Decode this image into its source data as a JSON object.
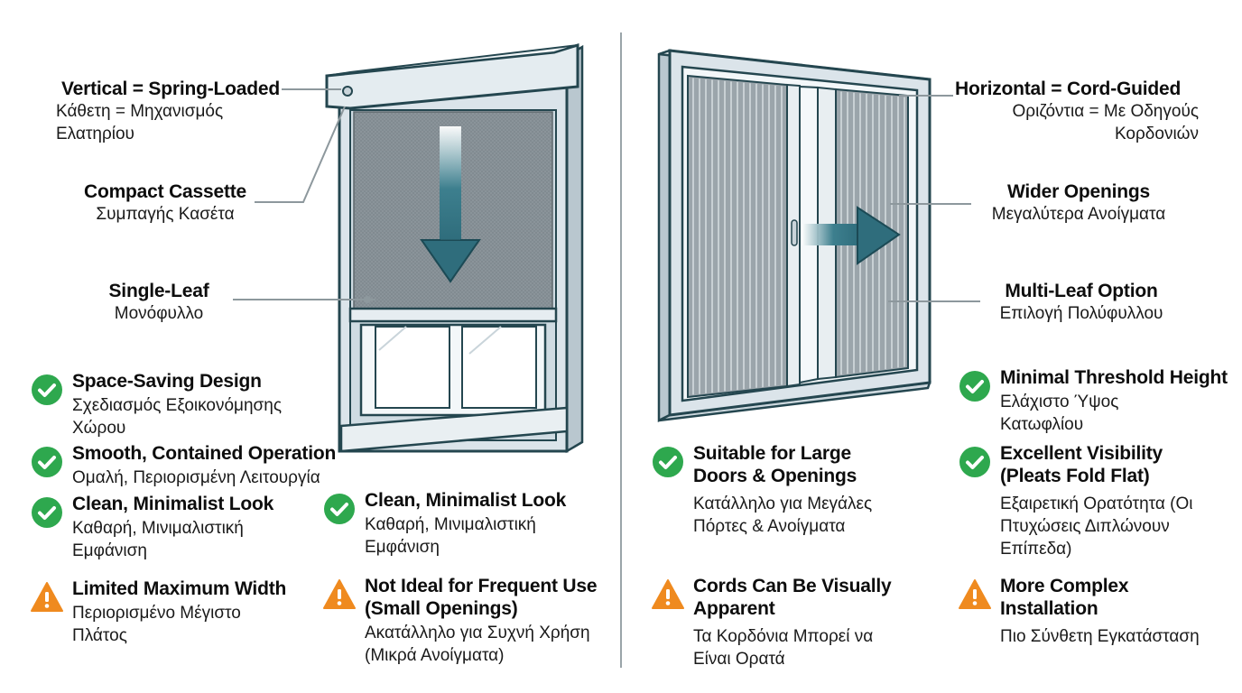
{
  "colors": {
    "check": "#2ea84e",
    "warning": "#ef8a1f",
    "frame": "#dbe4ea",
    "frame_stroke": "#24464f",
    "mesh": "#8c959b",
    "arrow": "#2f6d7c"
  },
  "left": {
    "callouts": {
      "vertical": {
        "en": "Vertical = Spring-Loaded",
        "gr1": "Κάθετη = Μηχανισμός",
        "gr2": "Ελατηρίου"
      },
      "cassette": {
        "en": "Compact Cassette",
        "gr": "Συμπαγής Κασέτα"
      },
      "single": {
        "en": "Single-Leaf",
        "gr": "Μονόφυλλο"
      }
    },
    "features": [
      {
        "icon": "check-icon",
        "title": "Space-Saving Design",
        "sub": "Σχεδιασμός Εξοικονόμησης Χώρου"
      },
      {
        "icon": "check-icon",
        "title": "Smooth, Contained Operation",
        "sub": "Ομαλή, Περιορισμένη Λειτουργία"
      },
      {
        "icon": "check-icon",
        "title": "Clean, Minimalist Look",
        "sub": "Καθαρή, Μινιμαλιστική Εμφάνιση"
      },
      {
        "icon": "check-icon",
        "title": "Clean, Minimalist Look",
        "sub": "Καθαρή, Μινιμαλιστική Εμφάνιση"
      },
      {
        "icon": "warning-icon",
        "title": "Limited Maximum Width",
        "sub": "Περιορισμένο Μέγιστο Πλάτος"
      },
      {
        "icon": "warning-icon",
        "title": "Not Ideal for Frequent Use (Small Openings)",
        "sub": "Ακατάλληλο για Συχνή Χρήση (Μικρά Ανοίγματα)"
      }
    ]
  },
  "right": {
    "callouts": {
      "horizontal": {
        "en": "Horizontal = Cord-Guided",
        "gr1": "Οριζόντια = Με Οδηγούς",
        "gr2": "Κορδονιών"
      },
      "wider": {
        "en": "Wider Openings",
        "gr": "Μεγαλύτερα Ανοίγματα"
      },
      "multi": {
        "en": "Multi-Leaf Option",
        "gr": "Επιλογή Πολύφυλλου"
      }
    },
    "features": [
      {
        "icon": "check-icon",
        "title": "Minimal Threshold Height",
        "sub": "Ελάχιστο Ύψος Κατωφλίου"
      },
      {
        "icon": "check-icon",
        "title": "Suitable for Large Doors & Openings",
        "sub": "Κατάλληλο για Μεγάλες Πόρτες & Ανοίγματα"
      },
      {
        "icon": "check-icon",
        "title": "Excellent Visibility (Pleats Fold Flat)",
        "sub": "Εξαιρετική Ορατότητα (Οι Πτυχώσεις Διπλώνουν Επίπεδα)"
      },
      {
        "icon": "warning-icon",
        "title": "Cords Can Be Visually Apparent",
        "sub": "Τα Κορδόνια Μπορεί να Είναι Ορατά"
      },
      {
        "icon": "warning-icon",
        "title": "More Complex Installation",
        "sub": "Πιο Σύνθετη Εγκατάσταση"
      }
    ]
  }
}
